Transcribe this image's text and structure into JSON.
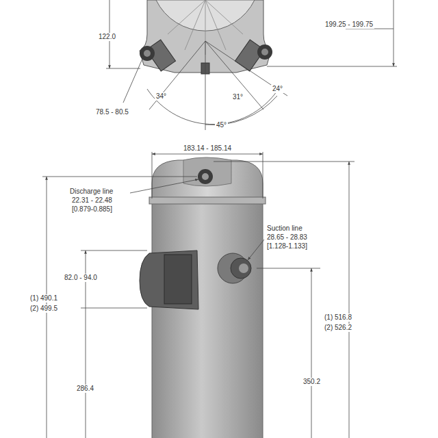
{
  "diagram": {
    "labels": [
      "122.0",
      "199.25 - 199.75",
      "78.5 - 80.5",
      "34°",
      "31°",
      "24°",
      "45°",
      "183.14 - 185.14",
      "Discharge line",
      "22.31 - 22.48",
      "[0.879-0.885]",
      "Suction line",
      "28.65 - 28.83",
      "[1.128-1.133]",
      "82.0 - 94.0",
      "(1) 490.1",
      "(2) 499.5",
      "(1) 516.8",
      "(2) 526.2",
      "286.4",
      "350.2"
    ]
  }
}
